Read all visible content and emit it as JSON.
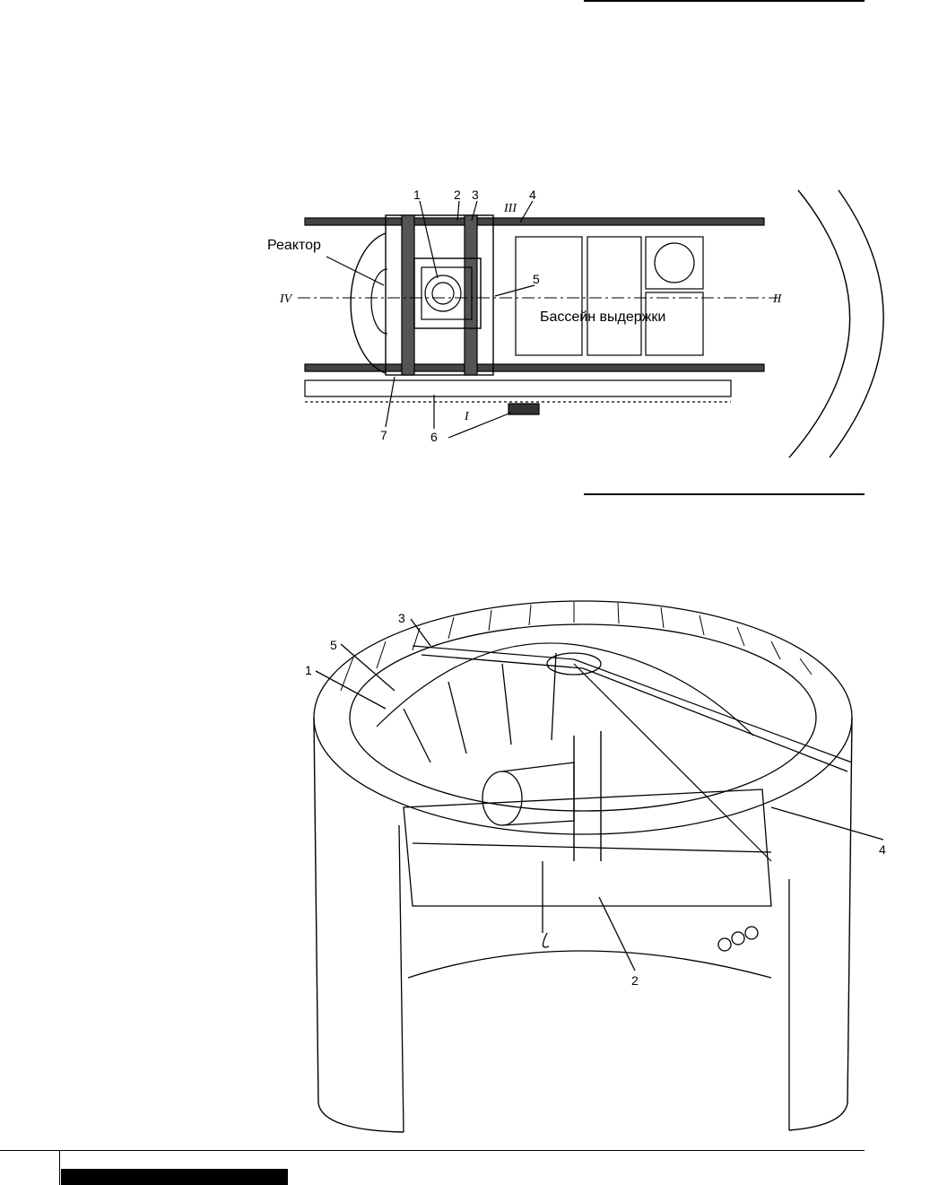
{
  "figure1": {
    "callouts": [
      "1",
      "2",
      "3",
      "4",
      "5",
      "6",
      "7"
    ],
    "reactor_label": "Реактор",
    "pool_label": "Бассейн выдержки",
    "axes": {
      "I": "I",
      "II": "II",
      "III": "III",
      "IV": "IV"
    }
  },
  "figure2": {
    "callouts": [
      "1",
      "2",
      "3",
      "4",
      "5"
    ]
  }
}
